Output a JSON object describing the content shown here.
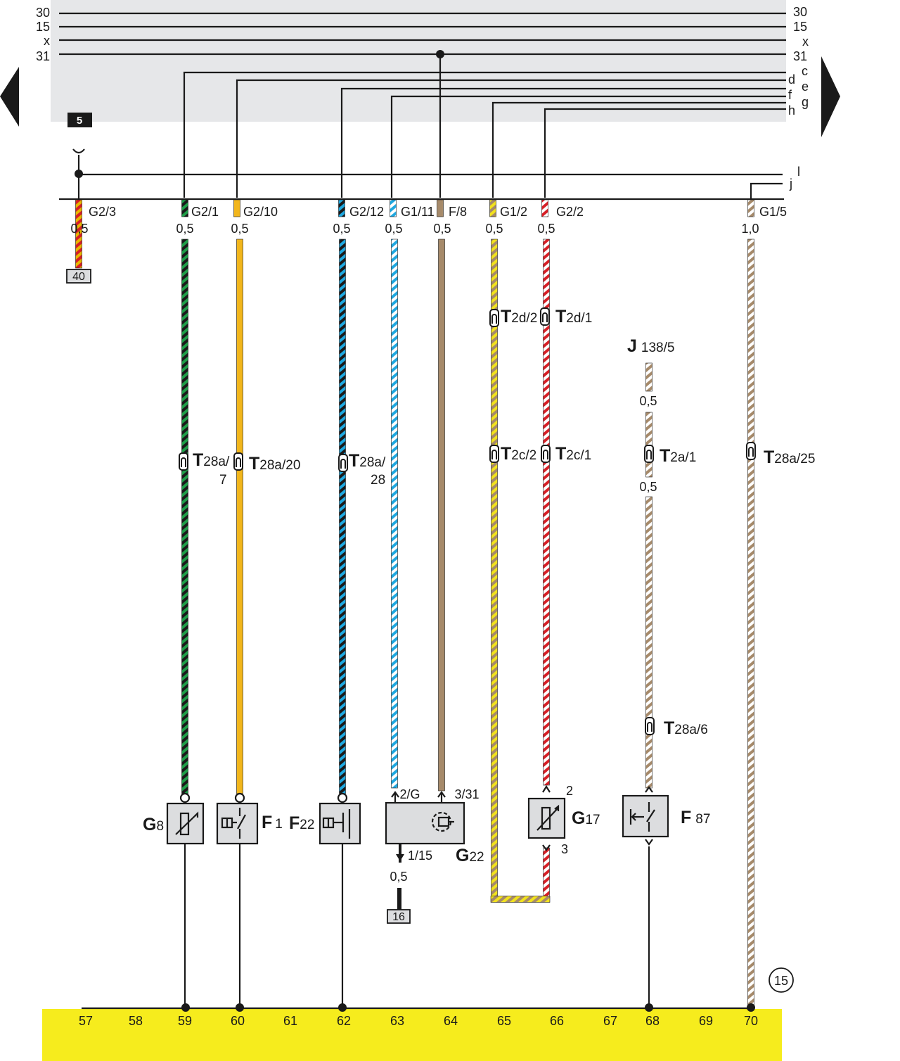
{
  "bus": {
    "left_labels": [
      "30",
      "15",
      "x",
      "31"
    ],
    "right_labels": [
      "30",
      "15",
      "x",
      "31",
      "c",
      "d",
      "e",
      "f",
      "g",
      "h"
    ],
    "section_number": "5",
    "ground_branch_labels": [
      "l",
      "j"
    ]
  },
  "wires": [
    {
      "id": "w40",
      "pin": "G2/3",
      "gauge": "0,5",
      "colors": [
        "#e8b800",
        "#d61f26"
      ],
      "ref": "40"
    },
    {
      "id": "w59",
      "pin": "G2/1",
      "gauge": "0,5",
      "colors": [
        "#1a1a1a",
        "#1f9e48"
      ]
    },
    {
      "id": "w60",
      "pin": "G2/10",
      "gauge": "0,5",
      "colors": [
        "#f2b61c"
      ]
    },
    {
      "id": "w62",
      "pin": "G2/12",
      "gauge": "0,5",
      "colors": [
        "#1a1a1a",
        "#1fa8e0"
      ]
    },
    {
      "id": "w63",
      "pin": "G1/11",
      "gauge": "0,5",
      "colors": [
        "#ffffff",
        "#1fa8e0"
      ]
    },
    {
      "id": "w64",
      "pin": "F/8",
      "gauge": "0,5",
      "colors": [
        "#a68a6a"
      ]
    },
    {
      "id": "w65",
      "pin": "G1/2",
      "gauge": "0,5",
      "colors": [
        "#a68a6a",
        "#f2e21c"
      ]
    },
    {
      "id": "w66",
      "pin": "G2/2",
      "gauge": "0,5",
      "colors": [
        "#ffffff",
        "#d61f26"
      ]
    },
    {
      "id": "w70",
      "pin": "G1/5",
      "gauge": "1,0",
      "colors": [
        "#ffffff",
        "#a68a6a"
      ]
    }
  ],
  "connectors": {
    "T2d2": {
      "main": "T",
      "sub": "2d/2"
    },
    "T2d1": {
      "main": "T",
      "sub": "2d/1"
    },
    "T28a7": {
      "main": "T",
      "sub": "28a/",
      "extra": "7"
    },
    "T28a20": {
      "main": "T",
      "sub": "28a/20"
    },
    "T28a28": {
      "main": "T",
      "sub": "28a/",
      "extra": "28"
    },
    "T2c2": {
      "main": "T",
      "sub": "2c/2"
    },
    "T2c1": {
      "main": "T",
      "sub": "2c/1"
    },
    "T2a1": {
      "main": "T",
      "sub": "2a/1"
    },
    "T28a25": {
      "main": "T",
      "sub": "28a/25"
    },
    "T28a6": {
      "main": "T",
      "sub": "28a/6"
    }
  },
  "j138": {
    "main": "J",
    "sub": "138/5",
    "gauge_top": "0,5",
    "gauge_bottom": "0,5",
    "colors": [
      "#ffffff",
      "#a68a6a"
    ]
  },
  "components": {
    "G8": {
      "main": "G",
      "sub": "8"
    },
    "F1": {
      "main": "F",
      "sub": "1"
    },
    "F22": {
      "main": "F",
      "sub": "22"
    },
    "G22": {
      "main": "G",
      "sub": "22",
      "pins": [
        "2/G",
        "3/31",
        "1/15"
      ],
      "gauge": "0,5",
      "ref": "16"
    },
    "G17": {
      "main": "G",
      "sub": "17",
      "pins": [
        "2",
        "3"
      ]
    },
    "F87": {
      "main": "F",
      "sub": "87"
    }
  },
  "footer": {
    "numbers": [
      "57",
      "58",
      "59",
      "60",
      "61",
      "62",
      "63",
      "64",
      "65",
      "66",
      "67",
      "68",
      "69",
      "70"
    ],
    "page_number": "15"
  },
  "colors": {
    "bus_background": "#e6e7e9",
    "footer_background": "#f6ec1d",
    "component_fill": "#dcdddf",
    "line": "#1a1a1a"
  }
}
